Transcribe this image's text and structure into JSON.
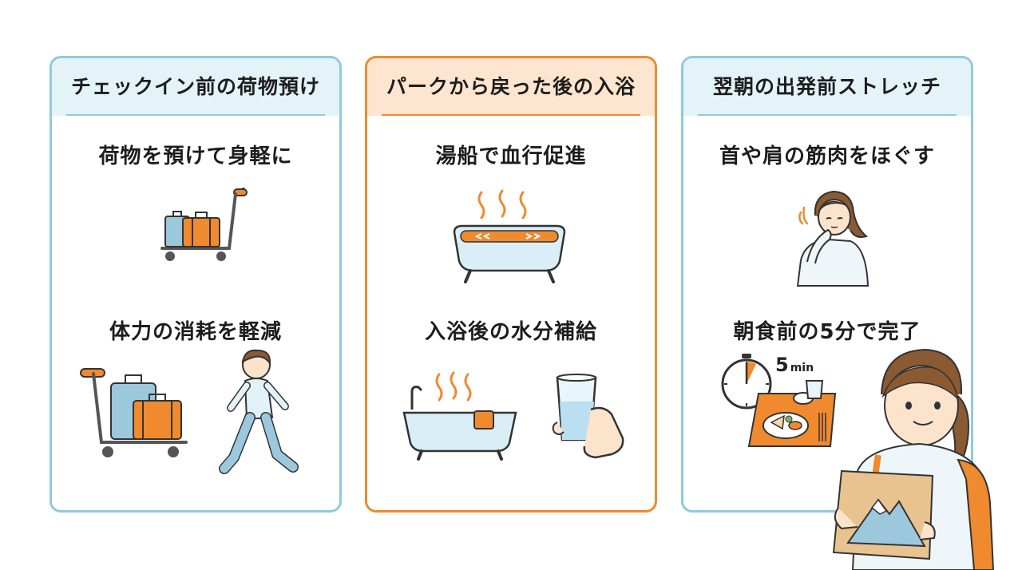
{
  "cards": [
    {
      "title": "チェックイン前の荷物預け",
      "caption_top": "荷物を預けて身軽に",
      "caption_bottom": "体力の消耗を軽減"
    },
    {
      "title": "パークから戻った後の入浴",
      "caption_top": "湯船で血行促進",
      "caption_bottom": "入浴後の水分補給"
    },
    {
      "title": "翌朝の出発前ストレッチ",
      "caption_top": "首や肩の筋肉をほぐす",
      "caption_bottom": "朝食前の5分で完了",
      "timer_label": "5",
      "timer_unit": "min"
    }
  ],
  "colors": {
    "blue_border": "#8ecbdc",
    "orange_border": "#ef8a2e",
    "blue_header": "#e4f3f8",
    "orange_header": "#fde5cf"
  }
}
